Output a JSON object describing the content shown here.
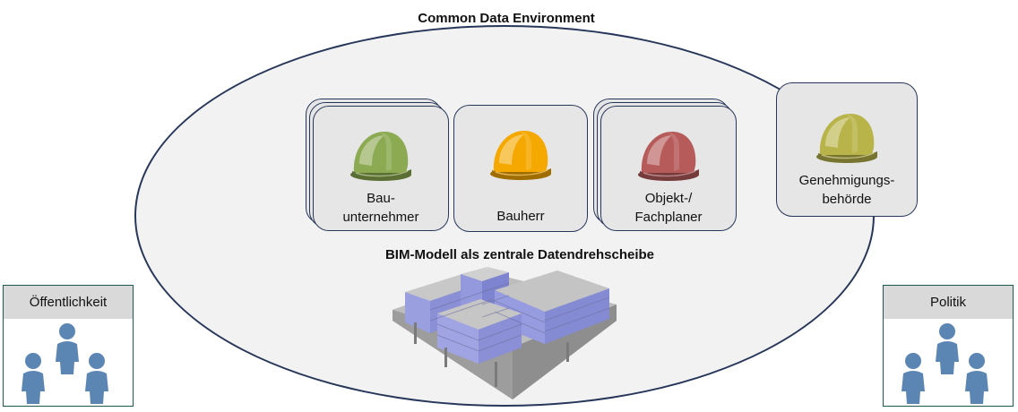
{
  "diagram": {
    "cde_title": "Common Data Environment",
    "bim_label": "BIM-Modell als zentrale Datendrehscheibe",
    "roles": [
      {
        "label": "Bau-\nunternehmer",
        "helmet": "green-helmet-icon",
        "color": "#8caa52",
        "stacked": true
      },
      {
        "label": "Bauherr",
        "helmet": "orange-helmet-icon",
        "color": "#f5a800",
        "stacked": false
      },
      {
        "label": "Objekt-/\nFachplaner",
        "helmet": "red-helmet-icon",
        "color": "#b65a5a",
        "stacked": true
      },
      {
        "label": "Genehmigungs-\nbehörde",
        "helmet": "olive-helmet-icon",
        "color": "#b8b44a",
        "stacked": false
      }
    ],
    "stakeholders": [
      {
        "label": "Öffentlichkeit",
        "icon": "people-group-icon"
      },
      {
        "label": "Politik",
        "icon": "people-group-icon"
      }
    ],
    "colors": {
      "ellipse_border": "#27375a",
      "ellipse_fill": "#f2f2f2",
      "card_fill": "#e6e6e6",
      "side_border": "#1d5a4e",
      "person": "#5b86b3",
      "building_glass": "#8a8fd6",
      "building_frame": "#8c8c8c"
    }
  }
}
